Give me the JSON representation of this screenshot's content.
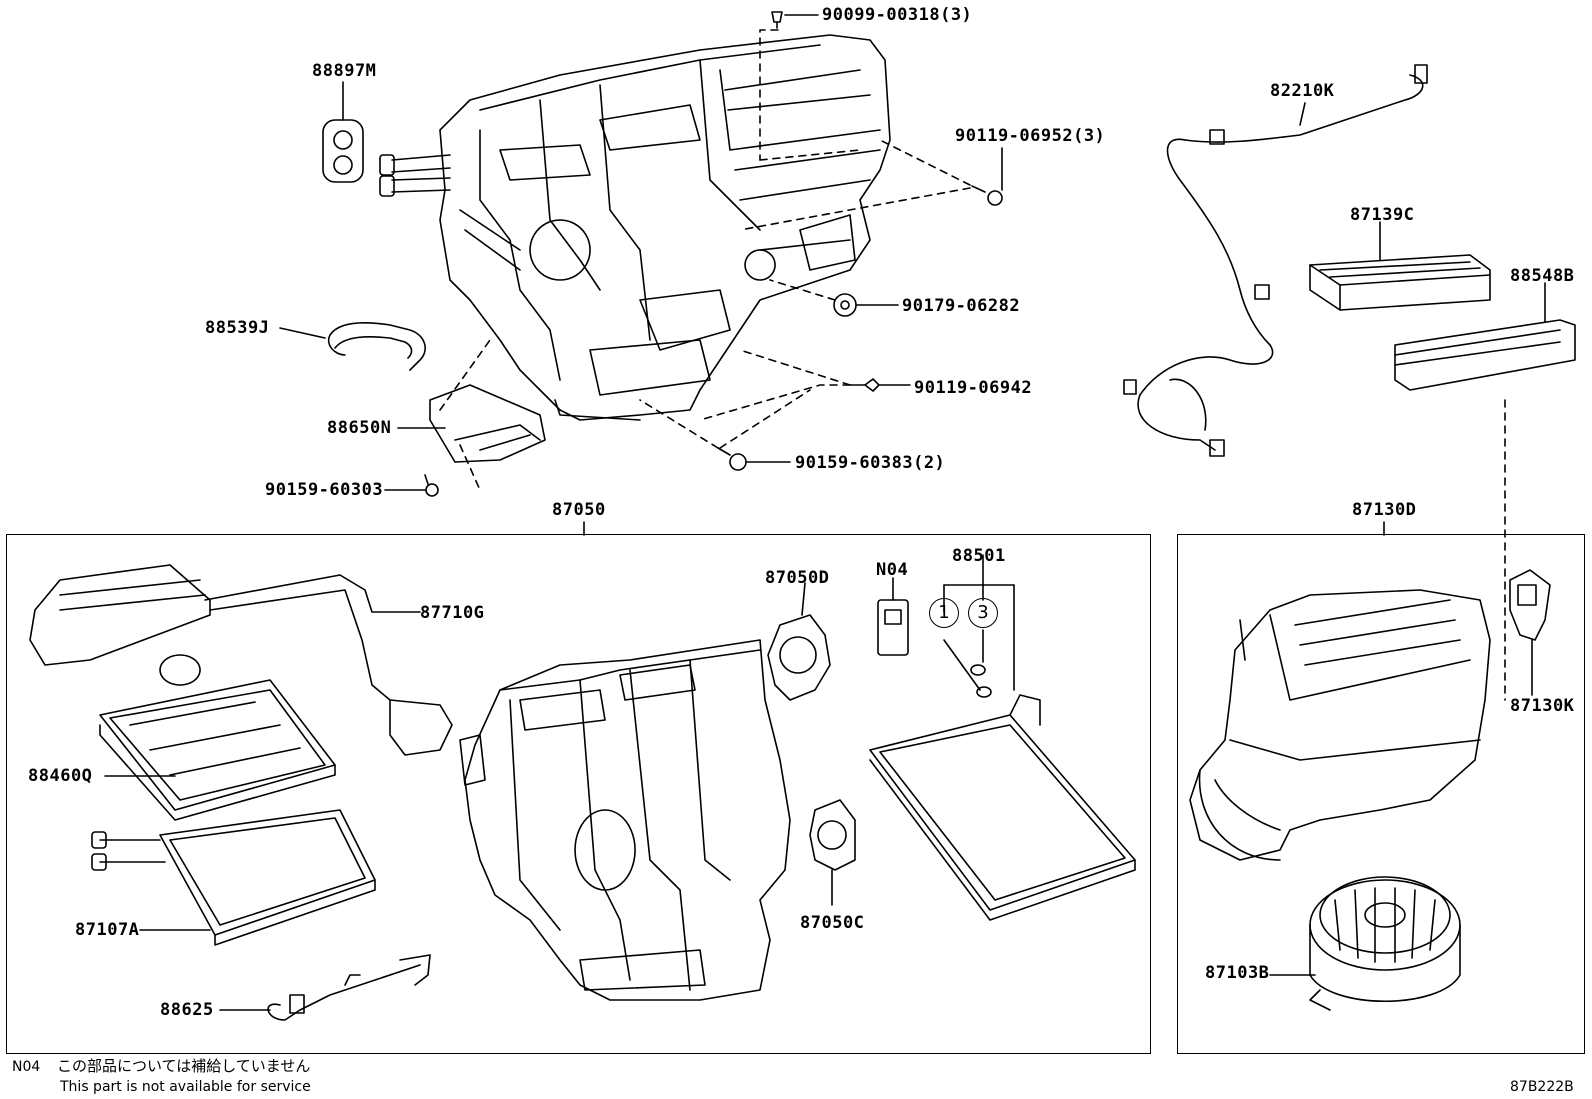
{
  "diagram": {
    "parts_top": {
      "p88897M": "88897M",
      "p90099": "90099-00318(3)",
      "p90119_06952": "90119-06952(3)",
      "p90179": "90179-06282",
      "p88539J": "88539J",
      "p90119_06942": "90119-06942",
      "p88650N": "88650N",
      "p90159_60383": "90159-60383(2)",
      "p90159_60303": "90159-60303",
      "p82210K": "82210K",
      "p87139C": "87139C",
      "p88548B": "88548B"
    },
    "group_main": {
      "label": "87050",
      "p87710G": "87710G",
      "p88460Q": "88460Q",
      "p87107A": "87107A",
      "p88625": "88625",
      "p87050D": "87050D",
      "p87050C": "87050C",
      "pN04": "N04",
      "p88501": "88501",
      "circle_1": "1",
      "circle_3": "3"
    },
    "group_blower": {
      "label": "87130D",
      "p87130K": "87130K",
      "p87103B": "87103B"
    },
    "footnote": {
      "code": "N04",
      "japanese": "この部品については補給していません",
      "english": "This part is not available for service"
    },
    "drawing_id": "87B222B"
  }
}
